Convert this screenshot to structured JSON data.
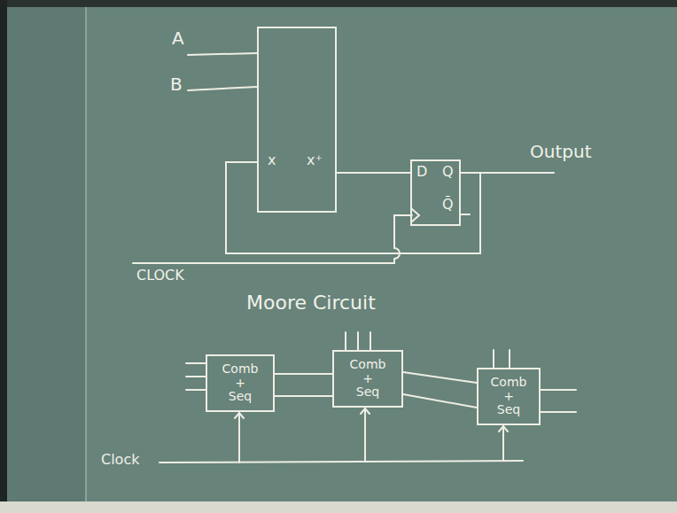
{
  "diagram": {
    "title": "Moore Circuit",
    "nodes": [
      {
        "text": [
          "x",
          "x⁺"
        ]
      },
      {
        "text": [
          "D",
          "Q",
          "Q̄"
        ]
      },
      {
        "text": [
          "Comb + Seq"
        ]
      },
      {
        "text": [
          "Comb + Seq"
        ]
      },
      {
        "text": [
          "Comb + Seq"
        ]
      }
    ],
    "edges": [
      {
        "from": 0,
        "to": 1,
        "arrow": "none"
      },
      {
        "from": 1,
        "to": 0,
        "arrow": "none"
      },
      {
        "from": 2,
        "to": 3,
        "arrow": "none"
      },
      {
        "from": 2,
        "to": 3,
        "arrow": "none"
      },
      {
        "from": 3,
        "to": 4,
        "arrow": "none"
      },
      {
        "from": 3,
        "to": 4,
        "arrow": "none"
      }
    ],
    "labels": [
      "A",
      "B",
      "Output",
      "CLOCK",
      "Clock"
    ]
  }
}
